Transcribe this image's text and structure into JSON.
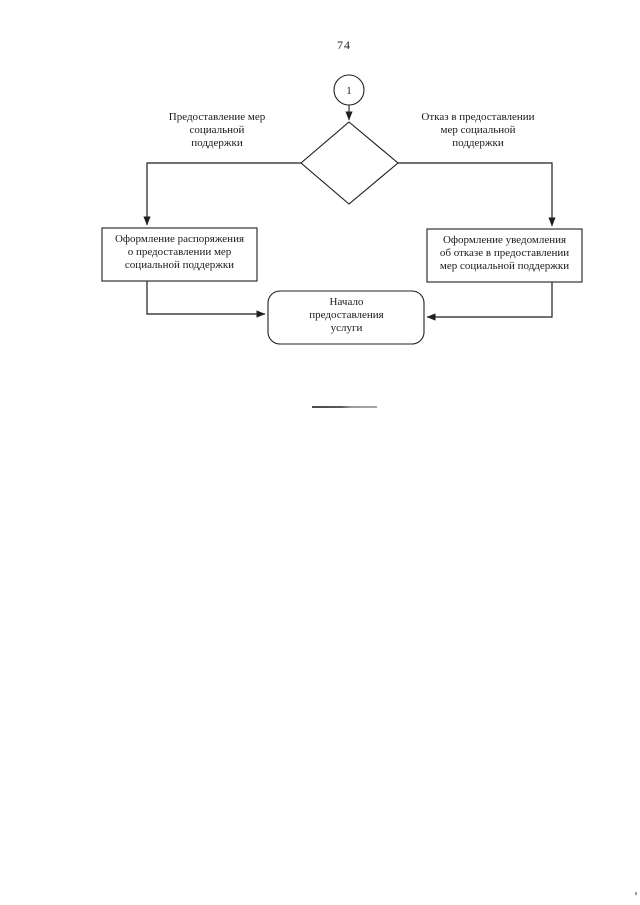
{
  "page": {
    "number": "74"
  },
  "flowchart": {
    "connector": {
      "label": "1"
    },
    "branch_labels": {
      "left": "Предоставление мер\nсоциальной\nподдержки",
      "right": "Отказ в предоставлении\nмер социальной\nподдержки"
    },
    "process_left": "Оформление распоряжения\nо предоставлении мер\nсоциальной поддержки",
    "process_right": "Оформление уведомления\nоб отказе в предоставлении\nмер социальной поддержки",
    "terminator": "Начало\nпредоставления\nуслуги"
  },
  "colors": {
    "line": "#1f1f1f",
    "text": "#1a1a1a",
    "rule": "#6a6a6a",
    "background": "#ffffff"
  }
}
